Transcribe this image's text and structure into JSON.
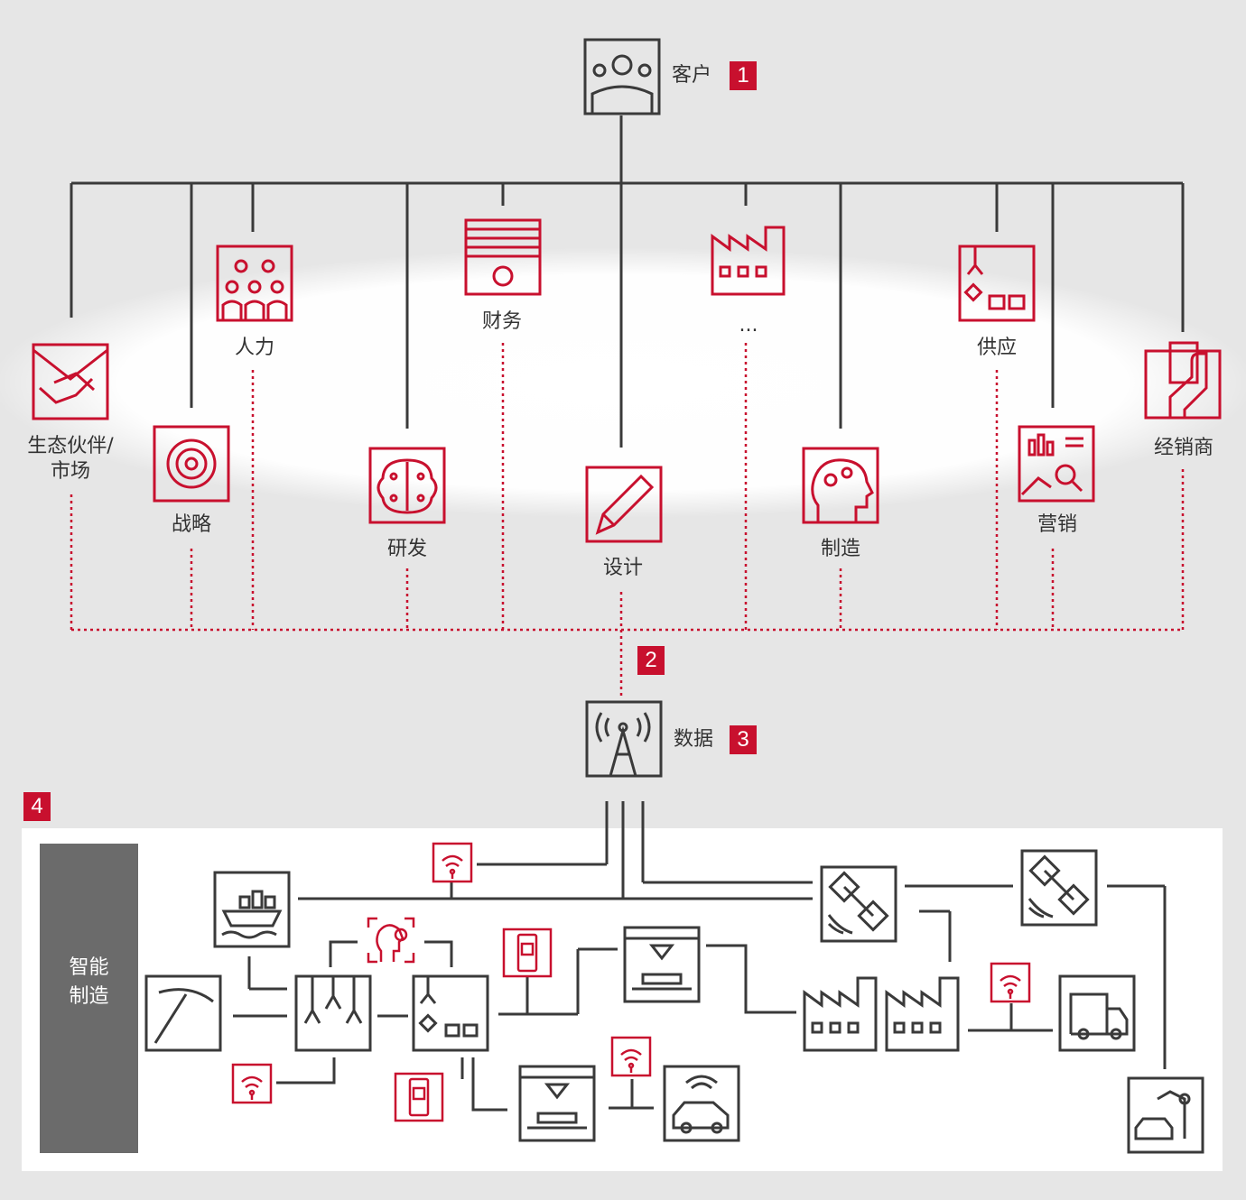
{
  "top": {
    "label": "客户",
    "badge": "1"
  },
  "functions": [
    {
      "id": "ecosystem",
      "label": "生态伙伴/\n市场",
      "icon": "handshake-icon"
    },
    {
      "id": "strategy",
      "label": "战略",
      "icon": "target-icon"
    },
    {
      "id": "hr",
      "label": "人力",
      "icon": "team-icon"
    },
    {
      "id": "rnd",
      "label": "研发",
      "icon": "brain-chip-icon"
    },
    {
      "id": "finance",
      "label": "财务",
      "icon": "money-icon"
    },
    {
      "id": "design",
      "label": "设计",
      "icon": "pencil-icon"
    },
    {
      "id": "more",
      "label": "...",
      "icon": "factory-icon"
    },
    {
      "id": "manufacturing",
      "label": "制造",
      "icon": "head-gears-icon"
    },
    {
      "id": "supply",
      "label": "供应",
      "icon": "warehouse-robot-icon"
    },
    {
      "id": "marketing",
      "label": "营销",
      "icon": "analytics-icon"
    },
    {
      "id": "dealer",
      "label": "经销商",
      "icon": "card-payment-icon"
    }
  ],
  "link_badge": "2",
  "data_node": {
    "label": "数据",
    "badge": "3",
    "icon": "antenna-tower-icon"
  },
  "section_badge": "4",
  "smart_manufacturing": {
    "label": "智能\n制造",
    "nodes": [
      "cargo-ship-icon",
      "pickaxe-icon",
      "robot-arms-icon",
      "pick-place-icon",
      "3d-printer-icon",
      "3d-printer-icon",
      "connected-car-icon",
      "satellite-icon",
      "satellite-icon",
      "factory-icon",
      "factory-icon",
      "delivery-truck-icon",
      "car-assembly-icon",
      "wifi-icon",
      "wifi-icon",
      "wifi-icon",
      "wifi-icon",
      "qr-phone-icon",
      "qr-phone-icon",
      "face-check-icon"
    ]
  },
  "colors": {
    "red": "#c8102e",
    "dark": "#3a3a3a",
    "background": "#e6e6e6",
    "panel": "#ffffff",
    "sidebar": "#6b6b6b"
  }
}
